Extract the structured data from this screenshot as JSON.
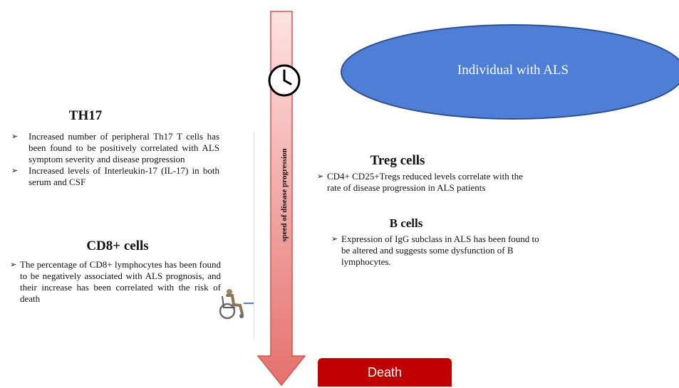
{
  "header_ellipse": {
    "label": "Individual with ALS",
    "color": "#4f7ed6"
  },
  "timeline": {
    "axis_label": "speed of disease progression",
    "arrow_color_top": "#ffe0df",
    "arrow_color_bottom": "#e87a75",
    "clock_icon": "clock-icon",
    "wheelchair_icon": "wheelchair-icon"
  },
  "sections": {
    "th17": {
      "title": "TH17",
      "bullets": [
        "Increased number of peripheral Th17 T cells has been found to be positively correlated with ALS symptom severity and disease progression",
        "Increased levels of Interleukin-17 (IL-17) in both serum and CSF"
      ]
    },
    "cd8": {
      "title": "CD8+ cells",
      "bullets": [
        "The percentage of CD8+ lymphocytes has been found to be negatively associated with ALS prognosis, and their increase has been correlated with the risk of death"
      ]
    },
    "treg": {
      "title": "Treg cells",
      "bullets": [
        "CD4+ CD25+Tregs reduced levels correlate with the rate of disease progression in ALS patients"
      ]
    },
    "bcells": {
      "title": "B cells",
      "bullets": [
        "Expression of IgG subclass in ALS has been found to be altered and suggests some dysfunction of B lymphocytes."
      ]
    }
  },
  "outcome": {
    "label": "Death",
    "color": "#c00000"
  }
}
